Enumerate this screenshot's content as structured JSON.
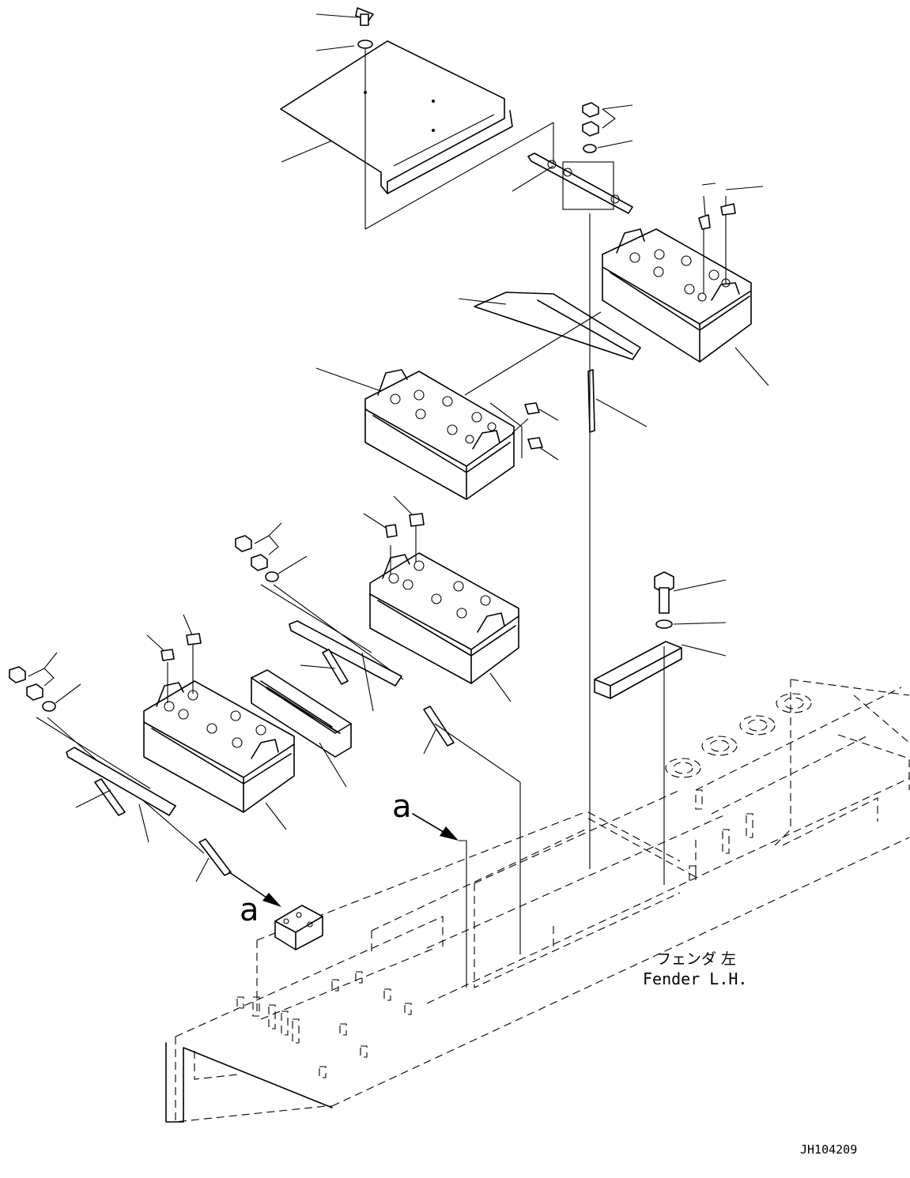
{
  "view_letters": {
    "upper": "a",
    "lower": "a"
  },
  "fender_label": {
    "jp": "フェンダ 左",
    "en": "Fender L.H."
  },
  "drawing_id": "JH104209",
  "parts": {
    "cover": "battery-cover",
    "batteries": 4,
    "hold_down_bars": 3,
    "tray": "battery-tray"
  }
}
